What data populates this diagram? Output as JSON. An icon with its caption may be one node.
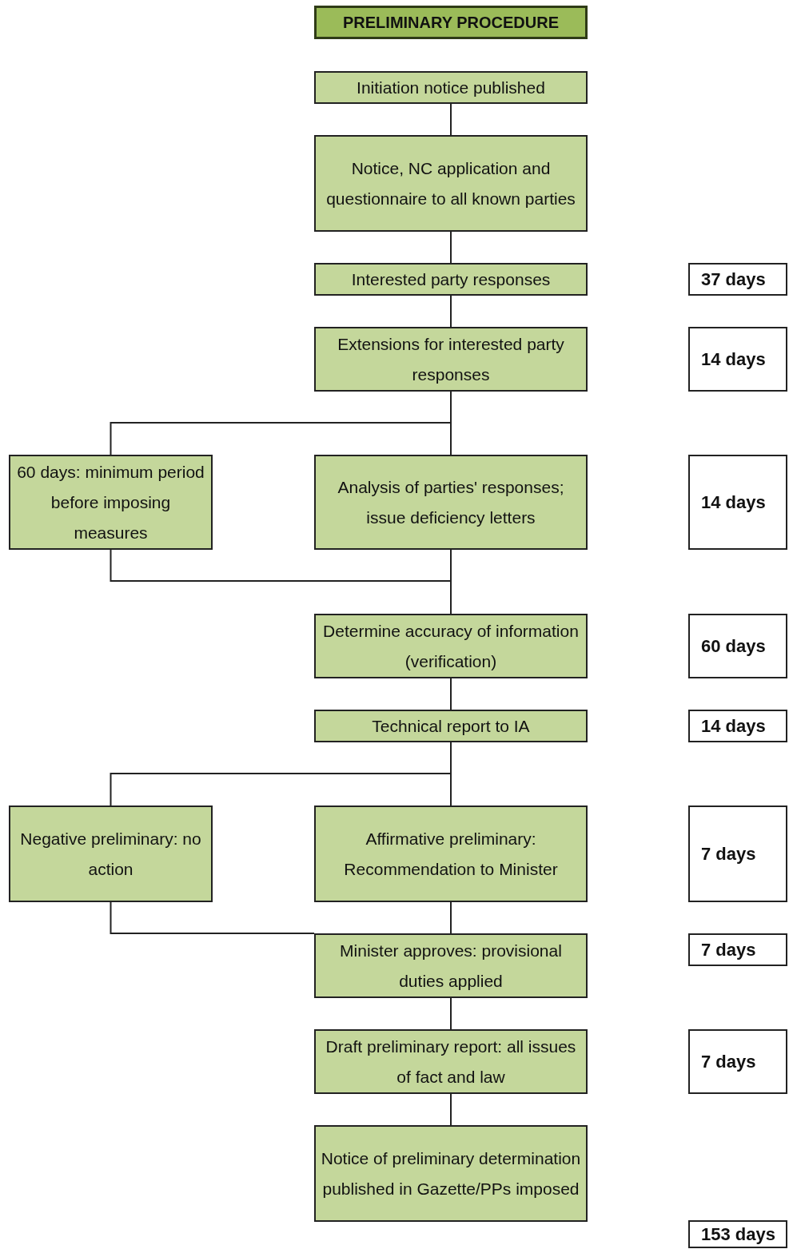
{
  "diagram": {
    "nodes": [
      {
        "text": [
          "PRELIMINARY PROCEDURE"
        ]
      },
      {
        "text": [
          "Initiation notice published"
        ]
      },
      {
        "text": [
          "Notice, NC application and questionnaire to all known parties"
        ]
      },
      {
        "text": [
          "Interested party responses"
        ]
      },
      {
        "text": [
          "Extensions for interested party responses"
        ]
      },
      {
        "text": [
          "60 days: minimum period before imposing measures"
        ]
      },
      {
        "text": [
          "Analysis of parties' responses; issue deficiency letters"
        ]
      },
      {
        "text": [
          "Determine accuracy of information (verification)"
        ]
      },
      {
        "text": [
          "Technical report to IA"
        ]
      },
      {
        "text": [
          "Negative preliminary: no action"
        ]
      },
      {
        "text": [
          "Affirmative preliminary: Recommendation to Minister"
        ]
      },
      {
        "text": [
          "Minister approves: provisional duties applied"
        ]
      },
      {
        "text": [
          "Draft preliminary report: all issues of fact and law"
        ]
      },
      {
        "text": [
          "Notice of preliminary determination published in Gazette/PPs imposed"
        ]
      },
      {
        "text": [
          "37 days"
        ]
      },
      {
        "text": [
          "14 days"
        ]
      },
      {
        "text": [
          "14 days"
        ]
      },
      {
        "text": [
          "60 days"
        ]
      },
      {
        "text": [
          "14 days"
        ]
      },
      {
        "text": [
          "7 days"
        ]
      },
      {
        "text": [
          "7 days"
        ]
      },
      {
        "text": [
          "7 days"
        ]
      },
      {
        "text": [
          "153 days"
        ]
      }
    ],
    "edges": [
      {
        "from": 1,
        "to": 2,
        "arrow": "none"
      },
      {
        "from": 2,
        "to": 3,
        "arrow": "none"
      },
      {
        "from": 3,
        "to": 4,
        "arrow": "none"
      },
      {
        "from": 4,
        "to": 5,
        "arrow": "none"
      },
      {
        "from": 4,
        "to": 6,
        "arrow": "none"
      },
      {
        "from": 5,
        "to": 7,
        "arrow": "none"
      },
      {
        "from": 6,
        "to": 7,
        "arrow": "none"
      },
      {
        "from": 7,
        "to": 8,
        "arrow": "none"
      },
      {
        "from": 8,
        "to": 9,
        "arrow": "none"
      },
      {
        "from": 8,
        "to": 10,
        "arrow": "none"
      },
      {
        "from": 9,
        "to": 11,
        "arrow": "none"
      },
      {
        "from": 10,
        "to": 11,
        "arrow": "none"
      },
      {
        "from": 11,
        "to": 12,
        "arrow": "none"
      },
      {
        "from": 12,
        "to": 13,
        "arrow": "none"
      }
    ]
  }
}
